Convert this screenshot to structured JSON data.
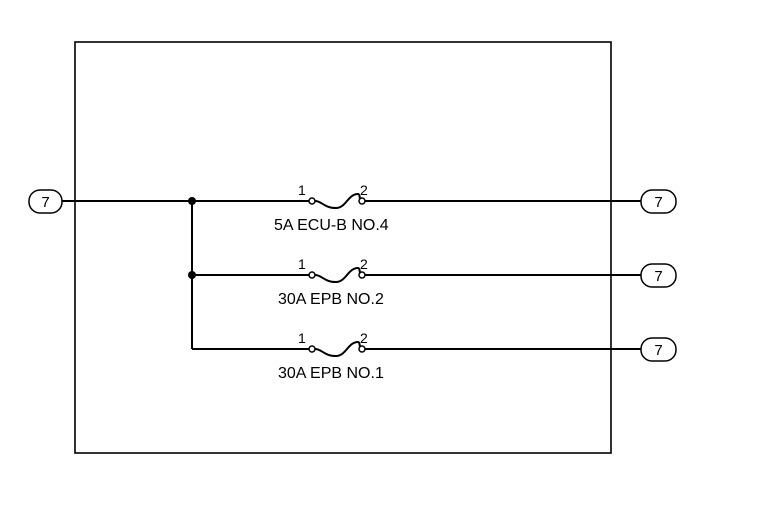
{
  "connectors": {
    "input": "7",
    "outputs": [
      "7",
      "7",
      "7"
    ]
  },
  "fuses": [
    {
      "pin_in": "1",
      "pin_out": "2",
      "label": "5A ECU-B NO.4"
    },
    {
      "pin_in": "1",
      "pin_out": "2",
      "label": "30A EPB NO.2"
    },
    {
      "pin_in": "1",
      "pin_out": "2",
      "label": "30A EPB NO.1"
    }
  ]
}
